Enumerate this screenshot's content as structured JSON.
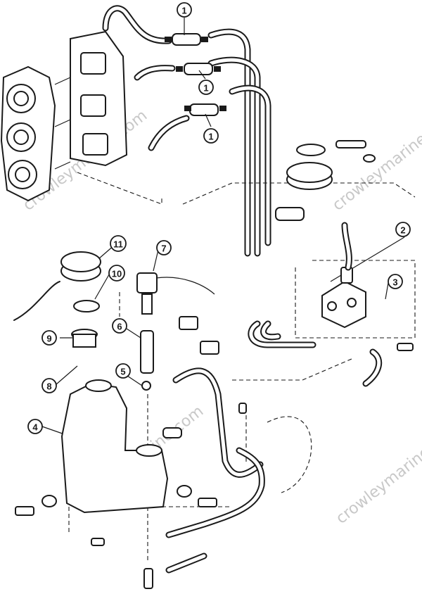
{
  "diagram": {
    "callouts": [
      {
        "id": "callout-1a",
        "label": "1"
      },
      {
        "id": "callout-1b",
        "label": "1"
      },
      {
        "id": "callout-1c",
        "label": "1"
      },
      {
        "id": "callout-2",
        "label": "2"
      },
      {
        "id": "callout-3",
        "label": "3"
      },
      {
        "id": "callout-4",
        "label": "4"
      },
      {
        "id": "callout-5",
        "label": "5"
      },
      {
        "id": "callout-6",
        "label": "6"
      },
      {
        "id": "callout-7",
        "label": "7"
      },
      {
        "id": "callout-8",
        "label": "8"
      },
      {
        "id": "callout-9",
        "label": "9"
      },
      {
        "id": "callout-10",
        "label": "10"
      },
      {
        "id": "callout-11",
        "label": "11"
      }
    ],
    "watermark": "crowleymarine.com"
  }
}
